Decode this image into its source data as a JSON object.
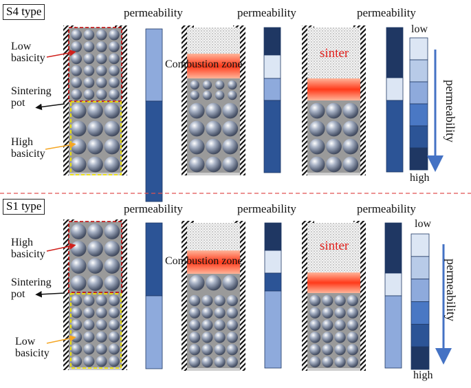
{
  "top": {
    "type_label": "S4 type",
    "side_labels": {
      "upper": "Low\nbasicity",
      "pot": "Sintering\npot",
      "lower": "High\nbasicity"
    },
    "permeability_header": "permeability",
    "combustion_label": "Combustion zone",
    "sinter_label": "sinter",
    "scale_low": "low",
    "scale_high": "high",
    "scale_axis": "permeability"
  },
  "bottom": {
    "type_label": "S1 type",
    "side_labels": {
      "upper": "High\nbasicity",
      "pot": "Sintering\npot",
      "lower": "Low\nbasicity"
    },
    "permeability_header": "permeability",
    "combustion_label": "Combustion zone",
    "sinter_label": "sinter",
    "scale_low": "low",
    "scale_high": "high",
    "scale_axis": "permeability"
  },
  "colors": {
    "level1": "#dce6f4",
    "level2": "#b8cbe8",
    "level3": "#8eaadc",
    "level4": "#4a78c4",
    "level5": "#2c5496",
    "level6": "#1f3763",
    "combustion": "#ff4a2a",
    "arrow_blue": "#4472c4",
    "arrow_red": "#d0201c",
    "arrow_orange": "#f5a623",
    "divider": "#e05050",
    "dash_red": "#c00000",
    "dash_yellow": "#f2e600"
  }
}
